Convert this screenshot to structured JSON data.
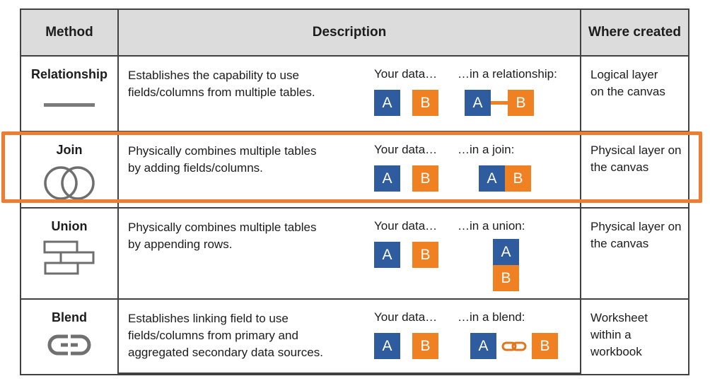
{
  "header": {
    "method": "Method",
    "description": "Description",
    "where_created": "Where created"
  },
  "shared": {
    "your_data_label": "Your data…",
    "box_a": "A",
    "box_b": "B"
  },
  "rows": [
    {
      "method": "Relationship",
      "description": "Establishes the capability to use\nfields/columns from multiple tables.",
      "result_label": "…in a relationship:",
      "where_created": "Logical layer\non the canvas"
    },
    {
      "method": "Join",
      "description": "Physically combines multiple tables\nby adding fields/columns.",
      "result_label": "…in a join:",
      "where_created": "Physical layer on\nthe canvas",
      "highlighted": true
    },
    {
      "method": "Union",
      "description": "Physically combines multiple tables\nby appending rows.",
      "result_label": "…in a union:",
      "where_created": "Physical layer on\nthe canvas"
    },
    {
      "method": "Blend",
      "description": "Establishes linking field to use\nfields/columns from primary and\naggregated secondary data sources.",
      "result_label": "…in a blend:",
      "where_created": "Worksheet\nwithin a\nworkbook"
    }
  ],
  "colors": {
    "box_blue": "#2e5c9e",
    "box_orange": "#ef8122",
    "highlight_orange": "#ed7d31",
    "icon_gray": "#6e6e6e",
    "header_bg": "#dcdcdc"
  }
}
